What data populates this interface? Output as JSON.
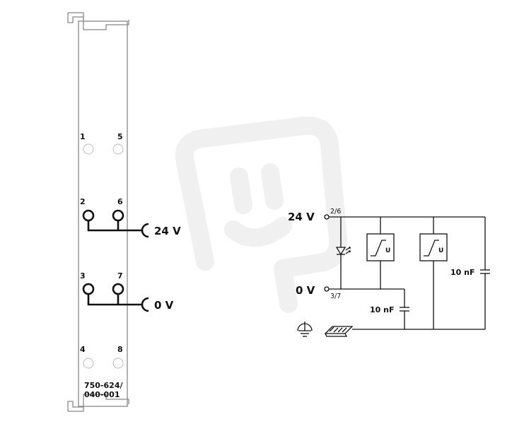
{
  "module": {
    "terminal_numbers": [
      "1",
      "5",
      "2",
      "6",
      "3",
      "7",
      "4",
      "8"
    ],
    "part_number_line1": "750-624/",
    "part_number_line2": "040-001",
    "label_24v": "24 V",
    "label_0v": "0 V"
  },
  "schematic": {
    "label_24v": "24 V",
    "label_0v": "0 V",
    "pin_top": "2/6",
    "pin_bottom": "3/7",
    "cap1_label": "10 nF",
    "cap2_label": "10 nF",
    "suppressor_label": "U"
  },
  "colors": {
    "line": "#111111",
    "module_outline": "#888888",
    "inactive_terminal": "#bbbbbb",
    "watermark": "#f0f0f0"
  }
}
